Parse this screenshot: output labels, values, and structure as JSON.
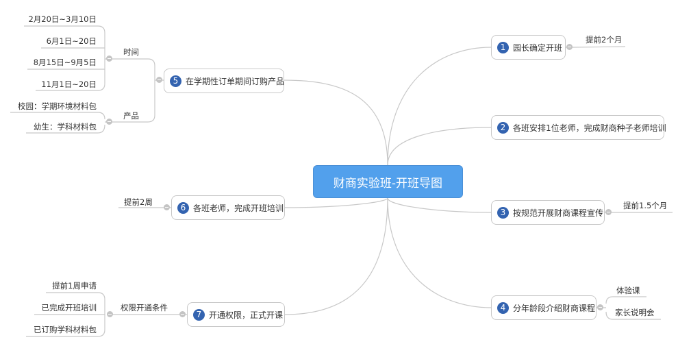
{
  "central": "财商实验班-开班导图",
  "branches": [
    {
      "num": "1",
      "label": "园长确定开班",
      "children": [
        "提前2个月"
      ]
    },
    {
      "num": "2",
      "label": "各班安排1位老师，完成财商种子老师培训",
      "children": []
    },
    {
      "num": "3",
      "label": "按规范开展财商课程宣传",
      "children": [
        "提前1.5个月"
      ]
    },
    {
      "num": "4",
      "label": "分年龄段介绍财商课程",
      "children": [
        "体验课",
        "家长说明会"
      ]
    },
    {
      "num": "5",
      "label": "在学期性订单期间订购产品",
      "children": [
        {
          "label": "时间",
          "children": [
            "2月20日~3月10日",
            "6月1日~20日",
            "8月15日~9月5日",
            "11月1日~20日"
          ]
        },
        {
          "label": "产品",
          "children": [
            "校园：学期环境材料包",
            "幼生：学科材料包"
          ]
        }
      ]
    },
    {
      "num": "6",
      "label": "各班老师，完成开班培训",
      "children": [
        "提前2周"
      ]
    },
    {
      "num": "7",
      "label": "开通权限，正式开课",
      "children": [
        {
          "label": "权限开通条件",
          "children": [
            "提前1周申请",
            "已完成开班培训",
            "已订购学科材料包"
          ]
        }
      ]
    }
  ],
  "colors": {
    "central": "#52a0ec",
    "number_badge": "#3363b0",
    "line": "#c8c8c8"
  }
}
